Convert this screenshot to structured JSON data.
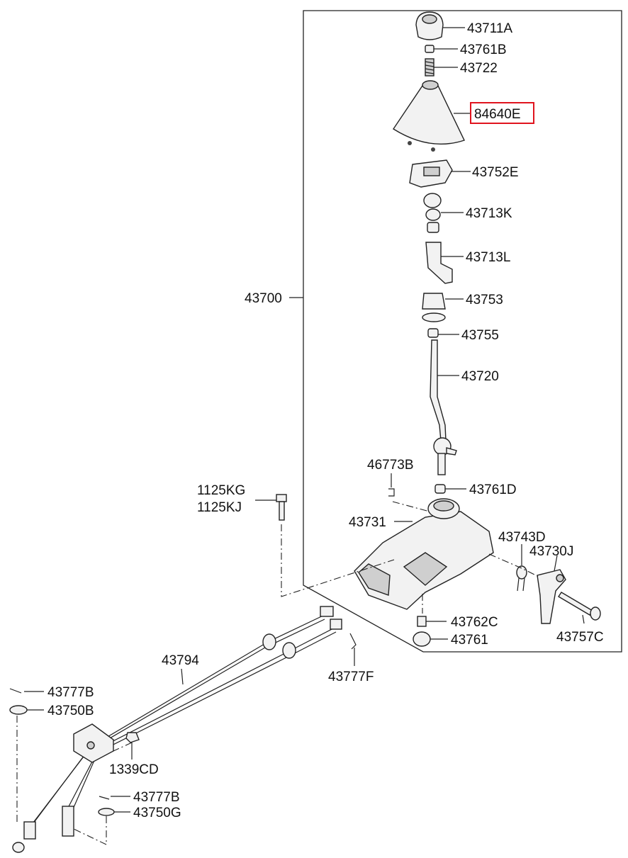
{
  "callouts": [
    {
      "id": "43711A"
    },
    {
      "id": "43761B"
    },
    {
      "id": "43722"
    },
    {
      "id": "84640E",
      "highlighted": true
    },
    {
      "id": "43752E"
    },
    {
      "id": "43713K"
    },
    {
      "id": "43713L"
    },
    {
      "id": "43700"
    },
    {
      "id": "43753"
    },
    {
      "id": "43755"
    },
    {
      "id": "43720"
    },
    {
      "id": "46773B"
    },
    {
      "id": "43761D"
    },
    {
      "id": "1125KG"
    },
    {
      "id": "1125KJ"
    },
    {
      "id": "43731"
    },
    {
      "id": "43743D"
    },
    {
      "id": "43730J"
    },
    {
      "id": "43762C"
    },
    {
      "id": "43761"
    },
    {
      "id": "43757C"
    },
    {
      "id": "43794"
    },
    {
      "id": "43777F"
    },
    {
      "id": "43777B"
    },
    {
      "id": "43750B"
    },
    {
      "id": "1339CD"
    },
    {
      "id": "43777B"
    },
    {
      "id": "43750G"
    }
  ],
  "highlight_color": "#e0141e"
}
